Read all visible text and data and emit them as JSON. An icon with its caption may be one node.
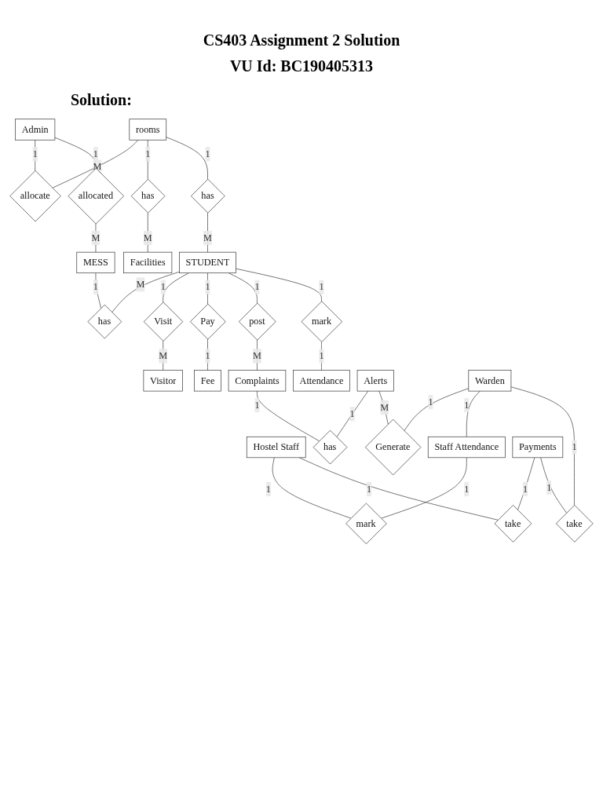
{
  "diagram": {
    "title": "CS403 Assignment 2 Solution",
    "nodes": [
      {
        "text": [
          "Admin"
        ]
      },
      {
        "text": [
          "allocate"
        ]
      },
      {
        "text": [
          "rooms"
        ]
      },
      {
        "text": [
          "has"
        ]
      },
      {
        "text": [
          "Facilities"
        ]
      },
      {
        "text": [
          "allocated"
        ]
      },
      {
        "text": [
          "MESS"
        ]
      },
      {
        "text": [
          "has"
        ]
      },
      {
        "text": [
          "has"
        ]
      },
      {
        "text": [
          "Visitor"
        ]
      },
      {
        "text": [
          "Visit"
        ]
      },
      {
        "text": [
          "STUDENT"
        ]
      },
      {
        "text": [
          "Pay"
        ]
      },
      {
        "text": [
          "Fee"
        ]
      },
      {
        "text": [
          "post"
        ]
      },
      {
        "text": [
          "mark"
        ]
      },
      {
        "text": [
          "Complaints"
        ]
      },
      {
        "text": [
          "Attendance"
        ]
      },
      {
        "text": [
          "mark"
        ]
      },
      {
        "text": [
          "Hostel Staff"
        ]
      },
      {
        "text": [
          "has"
        ]
      },
      {
        "text": [
          "Alerts"
        ]
      },
      {
        "text": [
          "Staff Attendance"
        ]
      },
      {
        "text": [
          "take"
        ]
      },
      {
        "text": [
          "Generate"
        ]
      },
      {
        "text": [
          "Warden"
        ]
      },
      {
        "text": [
          "Payments"
        ]
      },
      {
        "text": [
          "take"
        ]
      }
    ],
    "edges": [
      {
        "from": 0,
        "to": 1,
        "arrow": "none",
        "label": "1"
      },
      {
        "from": 2,
        "to": 1,
        "arrow": "none",
        "label": "M"
      },
      {
        "from": 2,
        "to": 3,
        "arrow": "none",
        "label": "1"
      },
      {
        "from": 3,
        "to": 4,
        "arrow": "none",
        "label": "M"
      },
      {
        "from": 0,
        "to": 5,
        "arrow": "none",
        "label": "1"
      },
      {
        "from": 5,
        "to": 6,
        "arrow": "none",
        "label": "M"
      },
      {
        "from": 6,
        "to": 7,
        "arrow": "none",
        "label": "1"
      },
      {
        "from": 11,
        "to": 7,
        "arrow": "none",
        "label": "M"
      },
      {
        "from": 2,
        "to": 8,
        "arrow": "none",
        "label": "1"
      },
      {
        "from": 8,
        "to": 11,
        "arrow": "none",
        "label": "M"
      },
      {
        "from": 10,
        "to": 9,
        "arrow": "none",
        "label": "M"
      },
      {
        "from": 11,
        "to": 10,
        "arrow": "none",
        "label": "1"
      },
      {
        "from": 11,
        "to": 12,
        "arrow": "none",
        "label": "1"
      },
      {
        "from": 12,
        "to": 13,
        "arrow": "none",
        "label": "1"
      },
      {
        "from": 11,
        "to": 14,
        "arrow": "none",
        "label": "1"
      },
      {
        "from": 14,
        "to": 16,
        "arrow": "none",
        "label": "M"
      },
      {
        "from": 11,
        "to": 15,
        "arrow": "none",
        "label": "1"
      },
      {
        "from": 15,
        "to": 17,
        "arrow": "none",
        "label": "1"
      },
      {
        "from": 16,
        "to": 20,
        "arrow": "none",
        "label": "1"
      },
      {
        "from": 21,
        "to": 20,
        "arrow": "none",
        "label": "1"
      },
      {
        "from": 21,
        "to": 24,
        "arrow": "none",
        "label": "M"
      },
      {
        "from": 25,
        "to": 24,
        "arrow": "none",
        "label": "1"
      },
      {
        "from": 25,
        "to": 22,
        "arrow": "none",
        "label": "1"
      },
      {
        "from": 22,
        "to": 18,
        "arrow": "none",
        "label": "1"
      },
      {
        "from": 19,
        "to": 18,
        "arrow": "none",
        "label": "1"
      },
      {
        "from": 19,
        "to": 23,
        "arrow": "none",
        "label": "1"
      },
      {
        "from": 26,
        "to": 23,
        "arrow": "none",
        "label": "1"
      },
      {
        "from": 25,
        "to": 27,
        "arrow": "none",
        "label": "1"
      },
      {
        "from": 26,
        "to": 27,
        "arrow": "none",
        "label": "1"
      }
    ],
    "labels": [
      "VU Id: BC190405313",
      "Solution:"
    ]
  }
}
